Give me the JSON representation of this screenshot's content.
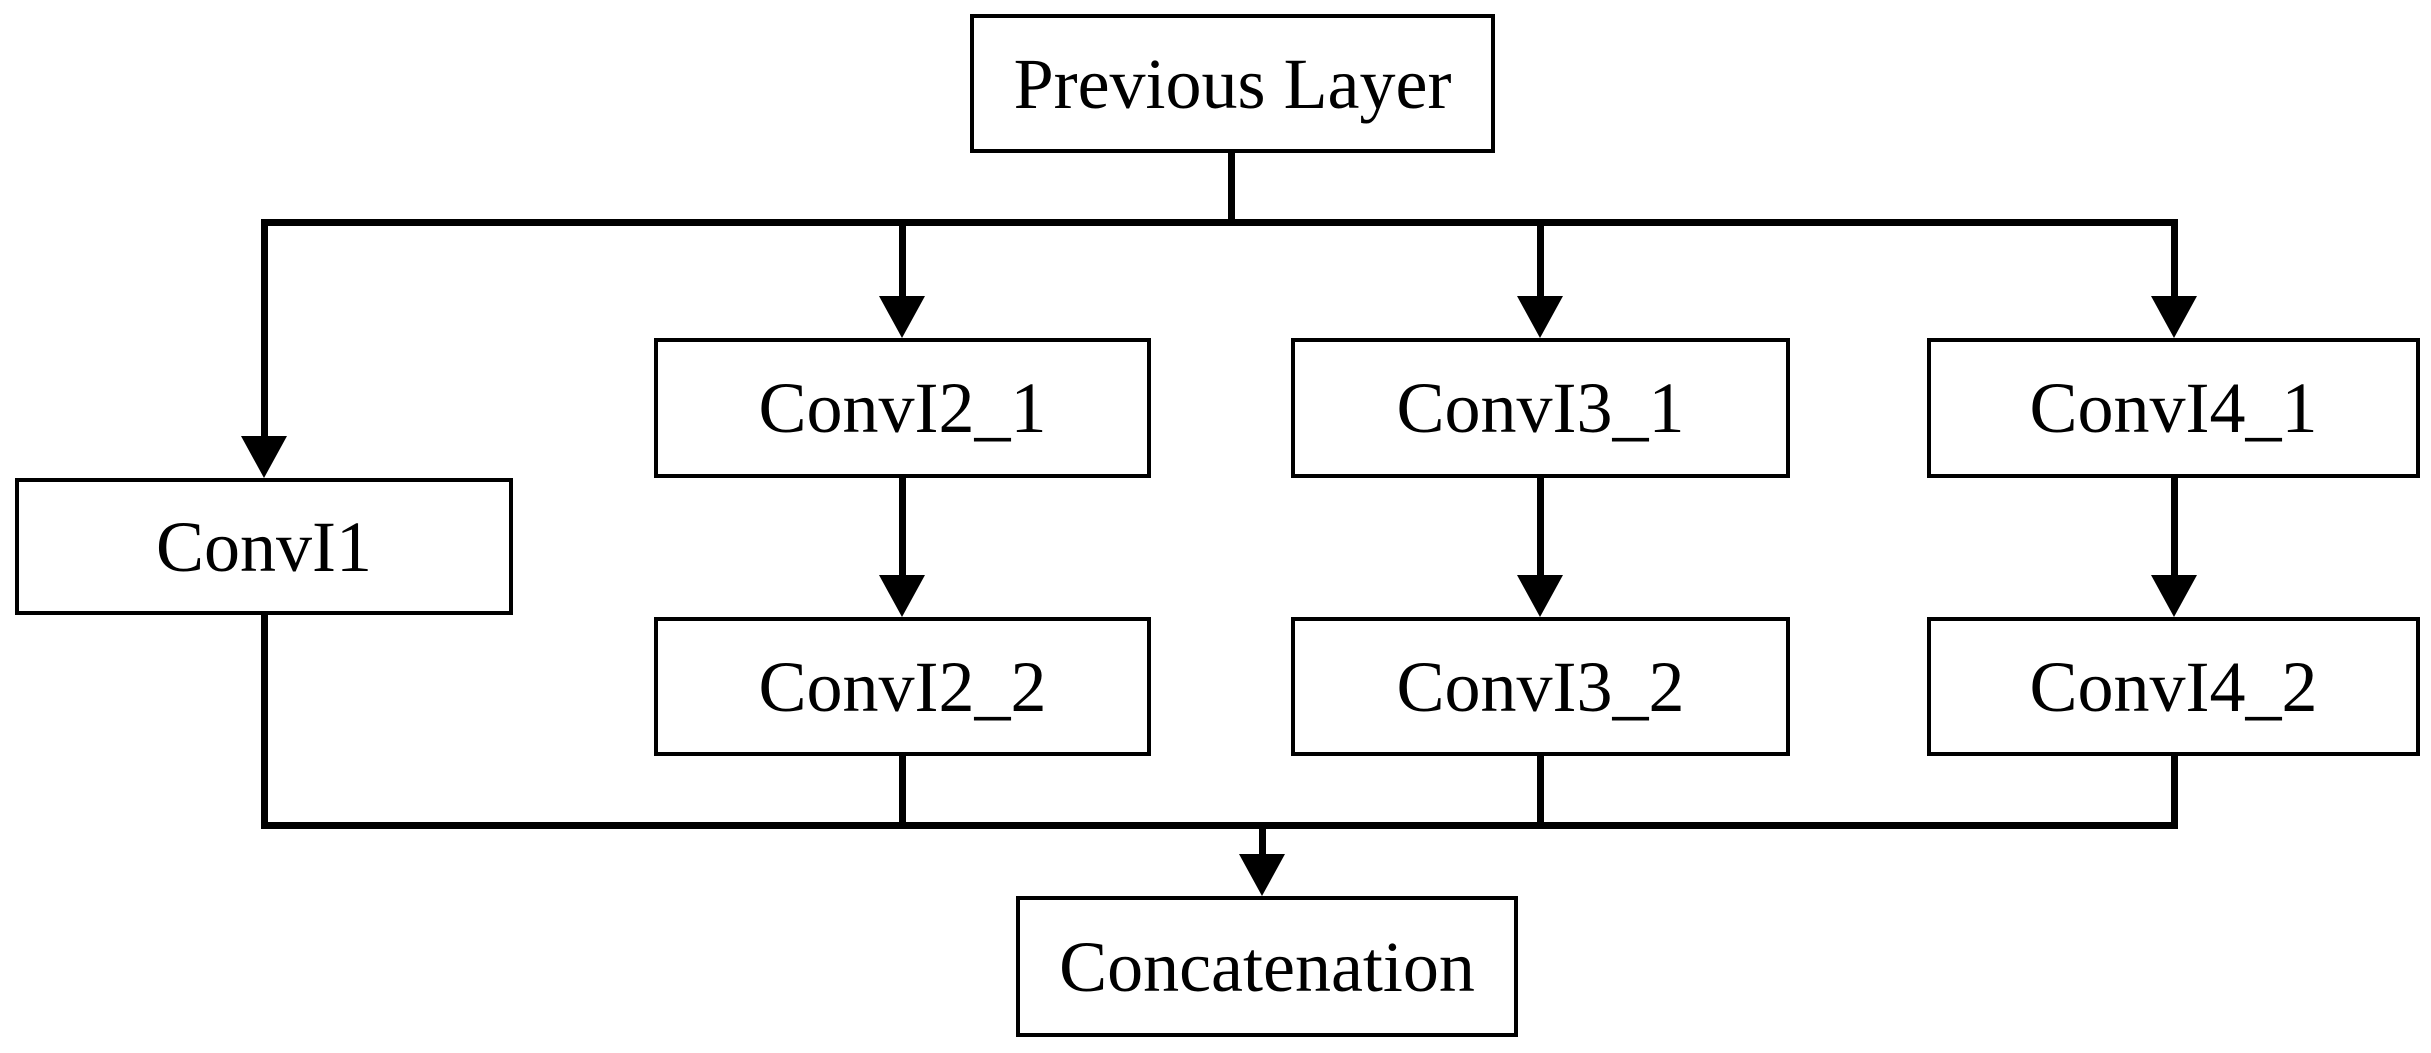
{
  "figure": {
    "background_color": "#ffffff",
    "line_color": "#000000",
    "box_fill_color": "#ffffff",
    "nodes": {
      "previous_layer": {
        "label": "Previous Layer"
      },
      "conv_i1": {
        "label": "ConvI1"
      },
      "conv_i2_1": {
        "label": "ConvI2_1"
      },
      "conv_i2_2": {
        "label": "ConvI2_2"
      },
      "conv_i3_1": {
        "label": "ConvI3_1"
      },
      "conv_i3_2": {
        "label": "ConvI3_2"
      },
      "conv_i4_1": {
        "label": "ConvI4_1"
      },
      "conv_i4_2": {
        "label": "ConvI4_2"
      },
      "concatenation": {
        "label": "Concatenation"
      }
    },
    "edges": [
      {
        "from": "previous_layer",
        "to": "conv_i1"
      },
      {
        "from": "previous_layer",
        "to": "conv_i2_1"
      },
      {
        "from": "previous_layer",
        "to": "conv_i3_1"
      },
      {
        "from": "previous_layer",
        "to": "conv_i4_1"
      },
      {
        "from": "conv_i2_1",
        "to": "conv_i2_2"
      },
      {
        "from": "conv_i3_1",
        "to": "conv_i3_2"
      },
      {
        "from": "conv_i4_1",
        "to": "conv_i4_2"
      },
      {
        "from": "conv_i1",
        "to": "concatenation"
      },
      {
        "from": "conv_i2_2",
        "to": "concatenation"
      },
      {
        "from": "conv_i3_2",
        "to": "concatenation"
      },
      {
        "from": "conv_i4_2",
        "to": "concatenation"
      }
    ]
  }
}
